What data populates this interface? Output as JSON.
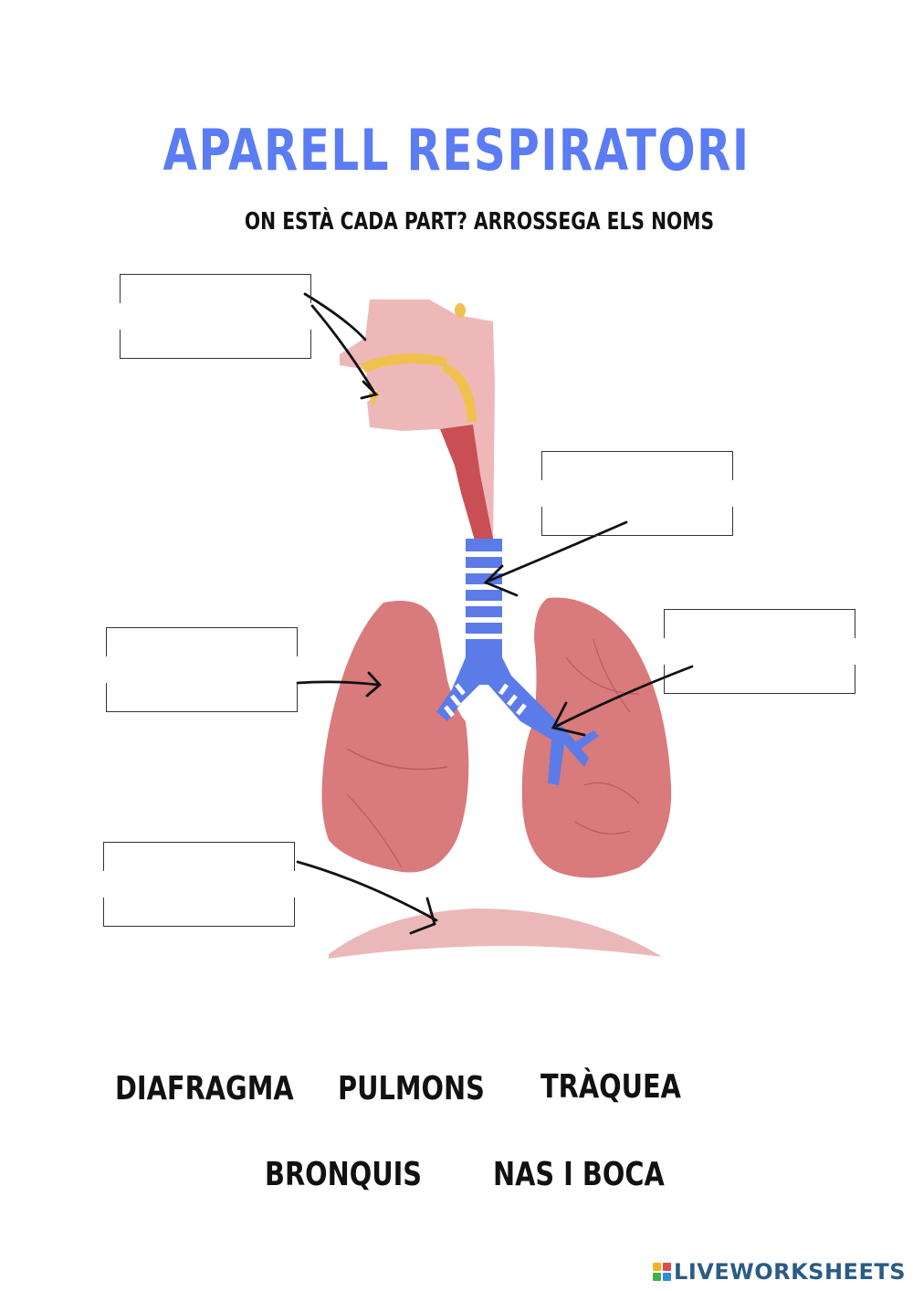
{
  "header": {
    "title": "APARELL RESPIRATORI",
    "instruction": "ON ESTÀ CADA PART? ARROSSEGA ELS NOMS"
  },
  "word_bank": {
    "items": [
      "DIAFRAGMA",
      "PULMONS",
      "TRÀQUEA",
      "BRONQUIS",
      "NAS I BOCA"
    ]
  },
  "colors": {
    "title": "#5b7cf2",
    "head": "#eeb8b8",
    "pharynx": "#c94f55",
    "bone": "#f0c14f",
    "trachea": "#5b7be8",
    "lungs": "#d97a7d",
    "diaphragm": "#ebb8b9"
  },
  "footer": {
    "brand": "LIVEWORKSHEETS"
  }
}
